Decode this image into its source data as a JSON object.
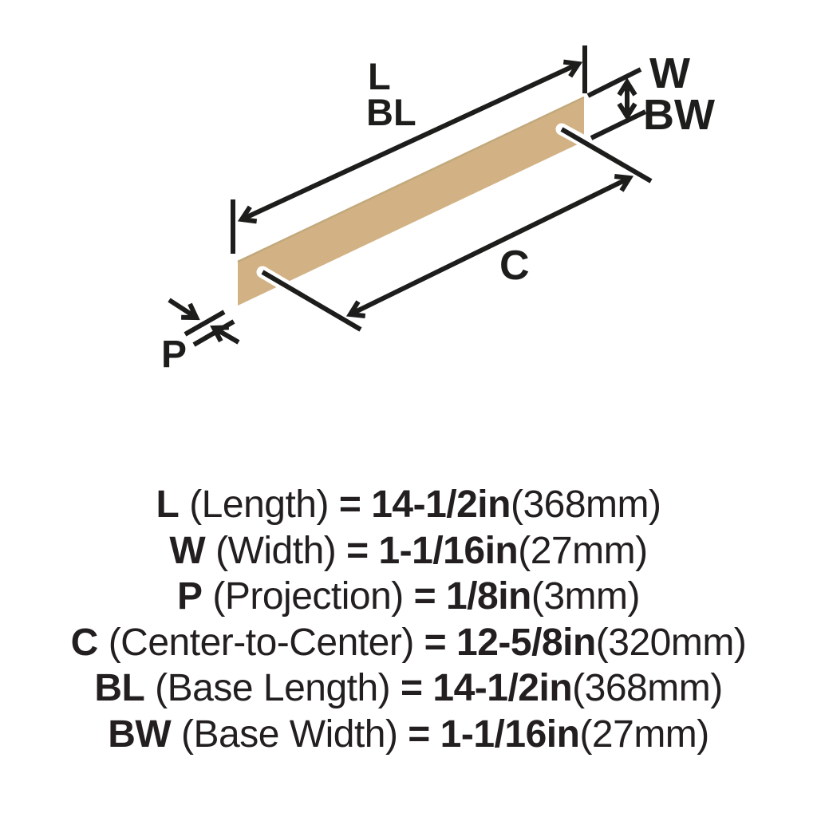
{
  "diagram": {
    "bar_color": "#d2b284",
    "bar_edge_color": "#c2a97c",
    "line_color": "#1d1d1b",
    "labels": {
      "length": "L",
      "base_length": "BL",
      "width": "W",
      "base_width": "BW",
      "center_to_center": "C",
      "projection": "P"
    }
  },
  "specs": [
    {
      "symbol": "L",
      "name": "(Length)",
      "equals": "=",
      "value": "14-1/2in",
      "metric": "(368mm)"
    },
    {
      "symbol": "W",
      "name": "(Width)",
      "equals": "=",
      "value": "1-1/16in",
      "metric": "(27mm)"
    },
    {
      "symbol": "P",
      "name": "(Projection)",
      "equals": "=",
      "value": "1/8in",
      "metric": "(3mm)"
    },
    {
      "symbol": "C",
      "name": "(Center-to-Center)",
      "equals": "=",
      "value": "12-5/8in",
      "metric": "(320mm)"
    },
    {
      "symbol": "BL",
      "name": "(Base Length)",
      "equals": "=",
      "value": "14-1/2in",
      "metric": "(368mm)"
    },
    {
      "symbol": "BW",
      "name": "(Base Width)",
      "equals": "=",
      "value": "1-1/16in",
      "metric": "(27mm)"
    }
  ]
}
